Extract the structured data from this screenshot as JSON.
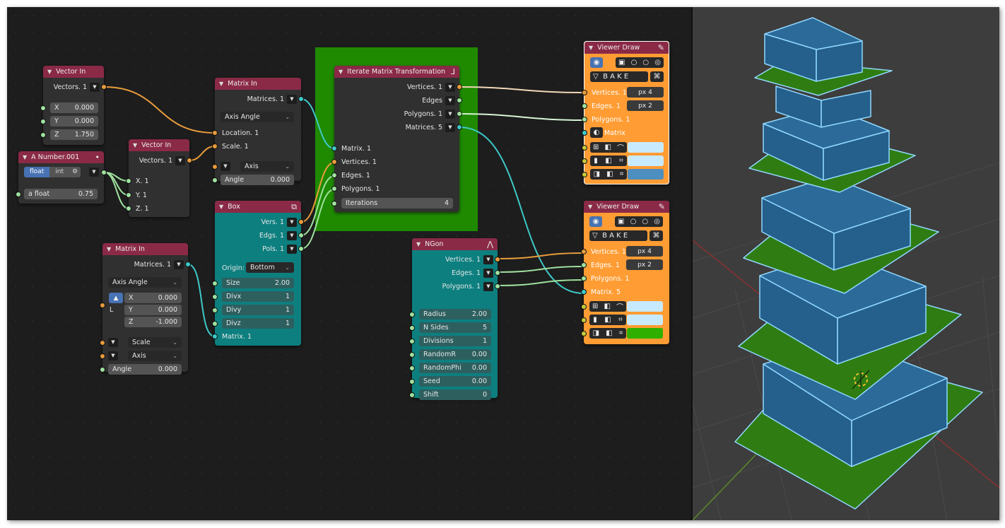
{
  "node_editor": {
    "vector_in_1": {
      "title": "Vector In",
      "output": "Vectors. 1",
      "x": {
        "label": "X",
        "value": "0.000"
      },
      "y": {
        "label": "Y",
        "value": "0.000"
      },
      "z": {
        "label": "Z",
        "value": "1.750"
      }
    },
    "a_number": {
      "title": "A Number.001",
      "dot": "•",
      "mode_float": "float",
      "mode_int": "int",
      "field_label": "a float",
      "field_value": "0.75"
    },
    "vector_in_2": {
      "title": "Vector In",
      "output": "Vectors. 1",
      "in_x": "X. 1",
      "in_y": "Y. 1",
      "in_z": "Z. 1"
    },
    "matrix_in_1": {
      "title": "Matrix In",
      "output": "Matrices. 1",
      "mode": "Axis Angle",
      "location": "Location. 1",
      "scale": "Scale. 1",
      "axis": "Axis",
      "angle_label": "Angle",
      "angle_value": "0.000"
    },
    "matrix_in_2": {
      "title": "Matrix In",
      "output": "Matrices. 1",
      "mode": "Axis Angle",
      "l_label": "L",
      "x": {
        "label": "X",
        "value": "0.000"
      },
      "y": {
        "label": "Y",
        "value": "0.000"
      },
      "z": {
        "label": "Z",
        "value": "-1.000"
      },
      "scale": "Scale",
      "axis": "Axis",
      "angle_label": "Angle",
      "angle_value": "0.000"
    },
    "box": {
      "title": "Box",
      "out_vers": "Vers. 1",
      "out_edgs": "Edgs. 1",
      "out_pols": "Pols. 1",
      "origin_label": "Origin:",
      "origin_value": "Bottom",
      "fields": [
        {
          "label": "Size",
          "value": "2.00"
        },
        {
          "label": "Divx",
          "value": "1"
        },
        {
          "label": "Divy",
          "value": "1"
        },
        {
          "label": "Divz",
          "value": "1"
        }
      ],
      "in_matrix": "Matrix. 1"
    },
    "iterate": {
      "title": "Iterate Matrix Transformation",
      "out_vertices": "Vertices. 1",
      "out_edges": "Edges",
      "out_polygons": "Polygons. 1",
      "out_matrices": "Matrices. 5",
      "in_matrix": "Matrix. 1",
      "in_vertices": "Vertices. 1",
      "in_edges": "Edges. 1",
      "in_polygons": "Polygons. 1",
      "iter_label": "Iterations",
      "iter_value": "4"
    },
    "ngon": {
      "title": "NGon",
      "out_vertices": "Vertices. 1",
      "out_edges": "Edges. 1",
      "out_polygons": "Polygons. 1",
      "fields": [
        {
          "label": "Radius",
          "value": "2.00"
        },
        {
          "label": "N Sides",
          "value": "5"
        },
        {
          "label": "Divisions",
          "value": "1"
        },
        {
          "label": "RandomR",
          "value": "0.00"
        },
        {
          "label": "RandomPhi",
          "value": "0.00"
        },
        {
          "label": "Seed",
          "value": "0.00"
        },
        {
          "label": "Shift",
          "value": "0"
        }
      ]
    },
    "viewer_1": {
      "title": "Viewer Draw",
      "bake": "B A K E",
      "vertices": "Vertices. 1",
      "edges": "Edges. 1",
      "polygons": "Polygons. 1",
      "matrix": "Matrix",
      "px_v": "px  4",
      "px_e": "px  2",
      "color_vert": "#c8eaff",
      "color_edge": "#c8eaff",
      "color_face": "#4c8fc0"
    },
    "viewer_2": {
      "title": "Viewer Draw",
      "bake": "B A K E",
      "vertices": "Vertices. 1",
      "edges": "Edges. 1",
      "polygons": "Polygons. 1",
      "matrix": "Matrix. 5",
      "px_v": "px  4",
      "px_e": "px  2",
      "color_vert": "#c8eaff",
      "color_edge": "#c8eaff",
      "color_face": "#2fb000"
    }
  },
  "colors": {
    "node_header_red": "#8a2a47",
    "frame_green": "#1f8a00",
    "teal_node": "#0d7f7f",
    "viewer_orange": "#ff9c33",
    "box_blue": "#255f8c",
    "plate_green": "#2f7d12",
    "wire_edge": "#8fd8ff"
  }
}
